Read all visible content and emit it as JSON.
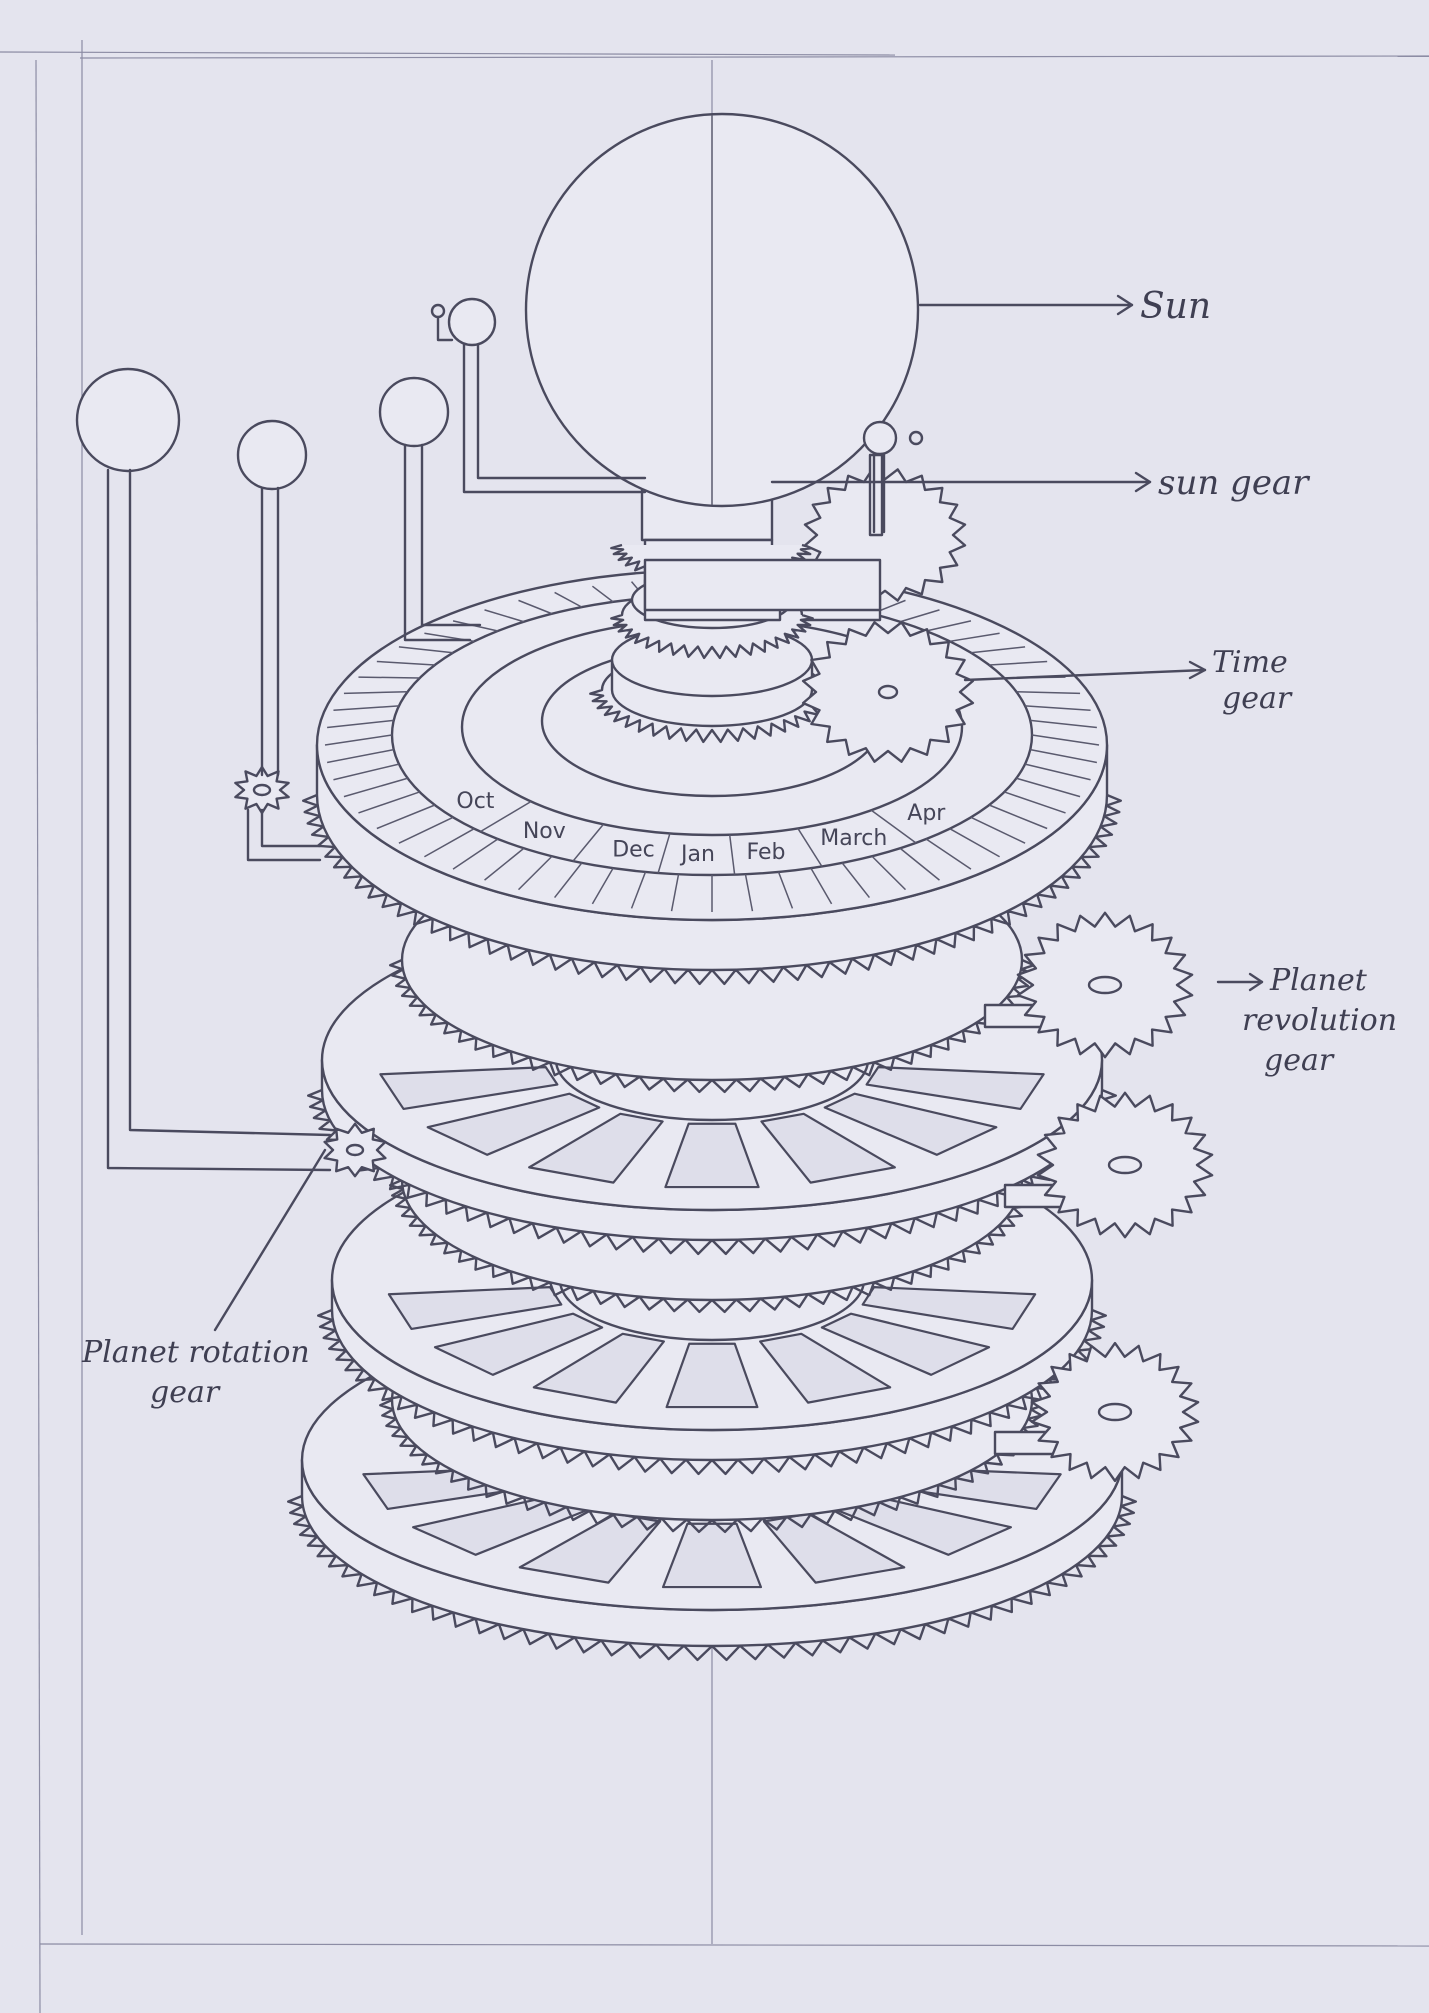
{
  "labels": {
    "sun": "Sun",
    "sun_gear": "sun gear",
    "time_gear": "Time gear",
    "planet_revolution_gear": "Planet revolution gear",
    "planet_rotation_gear": "Planet rotation gear"
  },
  "months": [
    "Oct",
    "Nov",
    "Dec",
    "Jan",
    "Feb",
    "March",
    "Apr"
  ],
  "colors": {
    "paper": "#e4e4ee",
    "pencil": "#4a4a5e"
  }
}
